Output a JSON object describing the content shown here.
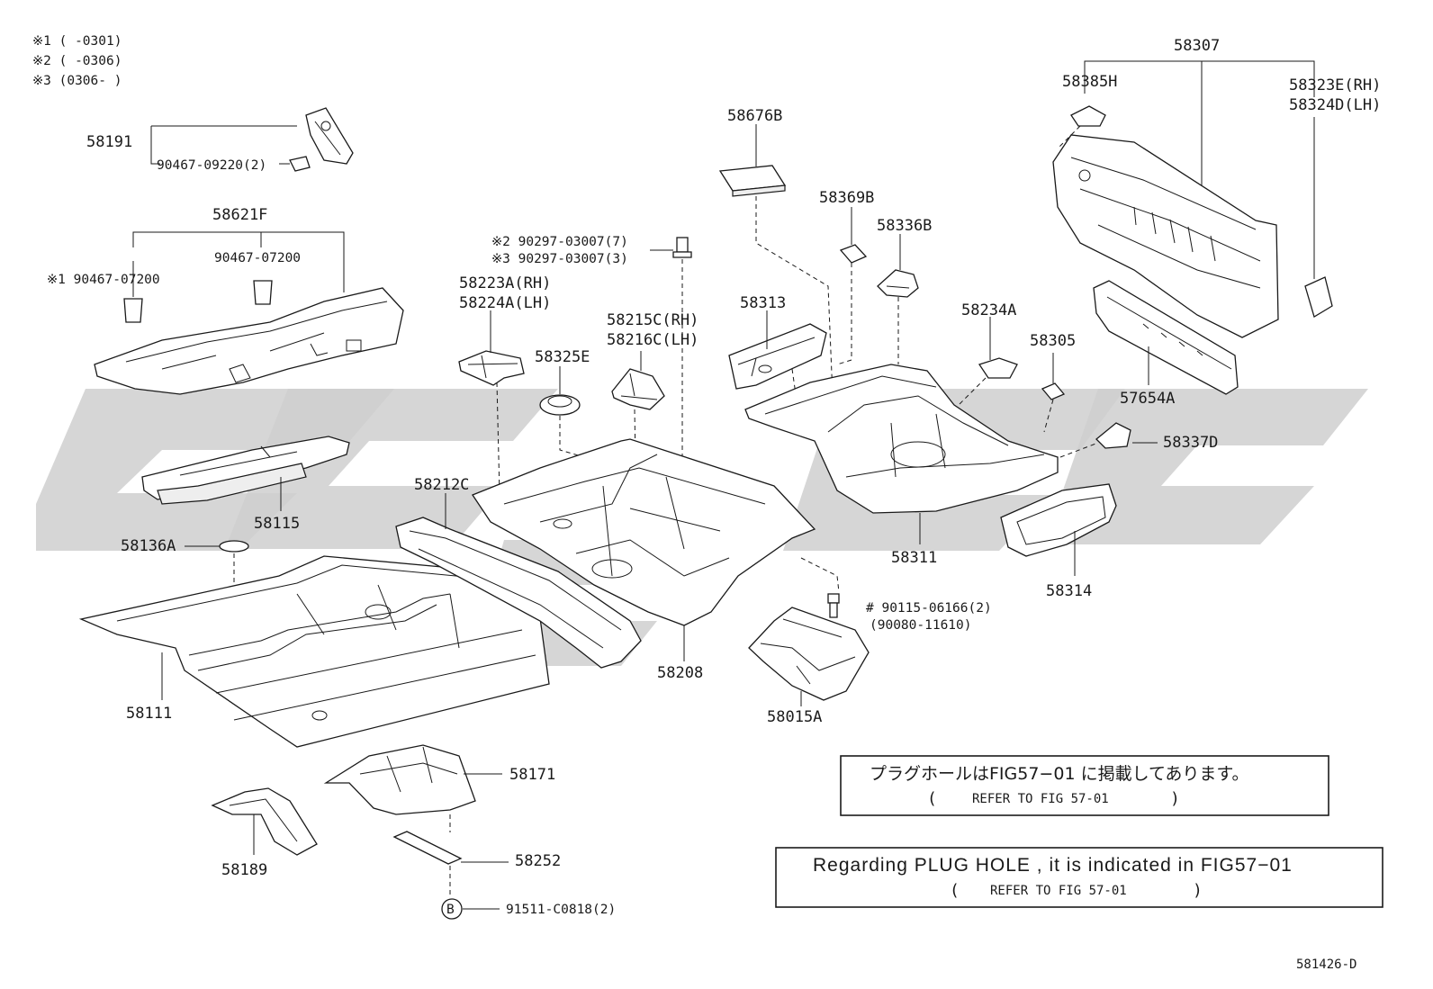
{
  "notes": {
    "line1": "※1 (      -0301)",
    "line2": "※2 (      -0306)",
    "line3": "※3 (0306-      )"
  },
  "labels": {
    "p58191": "58191",
    "p90467_09220": "90467-09220(2)",
    "p58621F": "58621F",
    "p90467_07200_mid": "90467-07200",
    "p90467_07200_left": "※1 90467-07200",
    "p58115": "58115",
    "p58136A": "58136A",
    "p58111": "58111",
    "p58212C": "58212C",
    "p58223A": "58223A(RH)",
    "p58224A": "58224A(LH)",
    "p90297_7": "※2 90297-03007(7)",
    "p90297_3": "※3 90297-03007(3)",
    "p58325E": "58325E",
    "p58215C": "58215C(RH)",
    "p58216C": "58216C(LH)",
    "p58208": "58208",
    "p58676B": "58676B",
    "p58369B": "58369B",
    "p58336B": "58336B",
    "p58313": "58313",
    "p58234A": "58234A",
    "p58305": "58305",
    "p58311": "58311",
    "p58015A": "58015A",
    "p90115": "# 90115-06166(2)",
    "p90080": "(90080-11610)",
    "p58307": "58307",
    "p58385H": "58385H",
    "p58323E": "58323E(RH)",
    "p58324D": "58324D(LH)",
    "p57654A": "57654A",
    "p58337D": "58337D",
    "p58314": "58314",
    "p58171": "58171",
    "p58189": "58189",
    "p58252": "58252",
    "p91511": "91511-C0818(2)",
    "bolt_letter": "B"
  },
  "note_jp": {
    "text": "プラグホールはFIG57−01 に掲載してあります。",
    "ref": "REFER TO FIG 57-01"
  },
  "note_en": {
    "text": "Regarding  PLUG  HOLE , it is  indicated  in  FIG57−01",
    "ref": "REFER TO FIG 57-01"
  },
  "doc_id": "581426-D"
}
